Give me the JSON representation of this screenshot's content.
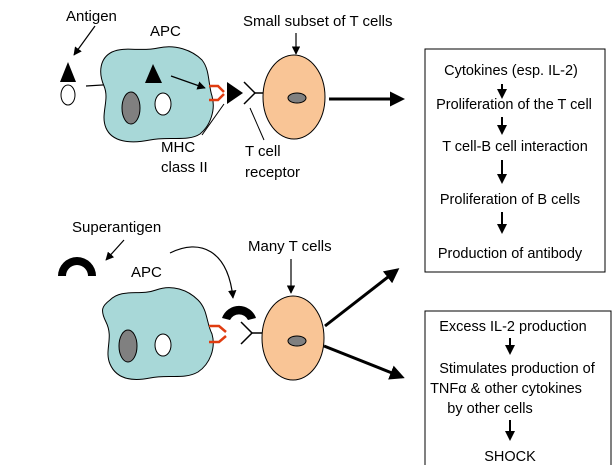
{
  "top": {
    "antigen_label": "Antigen",
    "apc_label": "APC",
    "subset_label": "Small subset of T cells",
    "mhc_label_line1": "MHC",
    "mhc_label_line2": "class II",
    "tcr_label_line1": "T cell",
    "tcr_label_line2": "receptor"
  },
  "top_box": {
    "steps": [
      "Cytokines (esp. IL-2)",
      "Proliferation of the T cell",
      "T cell-B cell interaction",
      "Proliferation of B cells",
      "Production of antibody"
    ]
  },
  "bottom": {
    "superantigen_label": "Superantigen",
    "apc_label": "APC",
    "many_label": "Many T cells"
  },
  "bottom_box": {
    "step1": "Excess IL-2 production",
    "step2_line1": "Stimulates production of",
    "step2_line2": "TNFα & other cytokines",
    "step2_line3": "by other cells",
    "step3": "SHOCK"
  },
  "colors": {
    "apc_fill": "#a8d8d8",
    "tcell_fill": "#f9c596",
    "mhc_red": "#e03c10",
    "nucleus_gray": "#808080"
  }
}
